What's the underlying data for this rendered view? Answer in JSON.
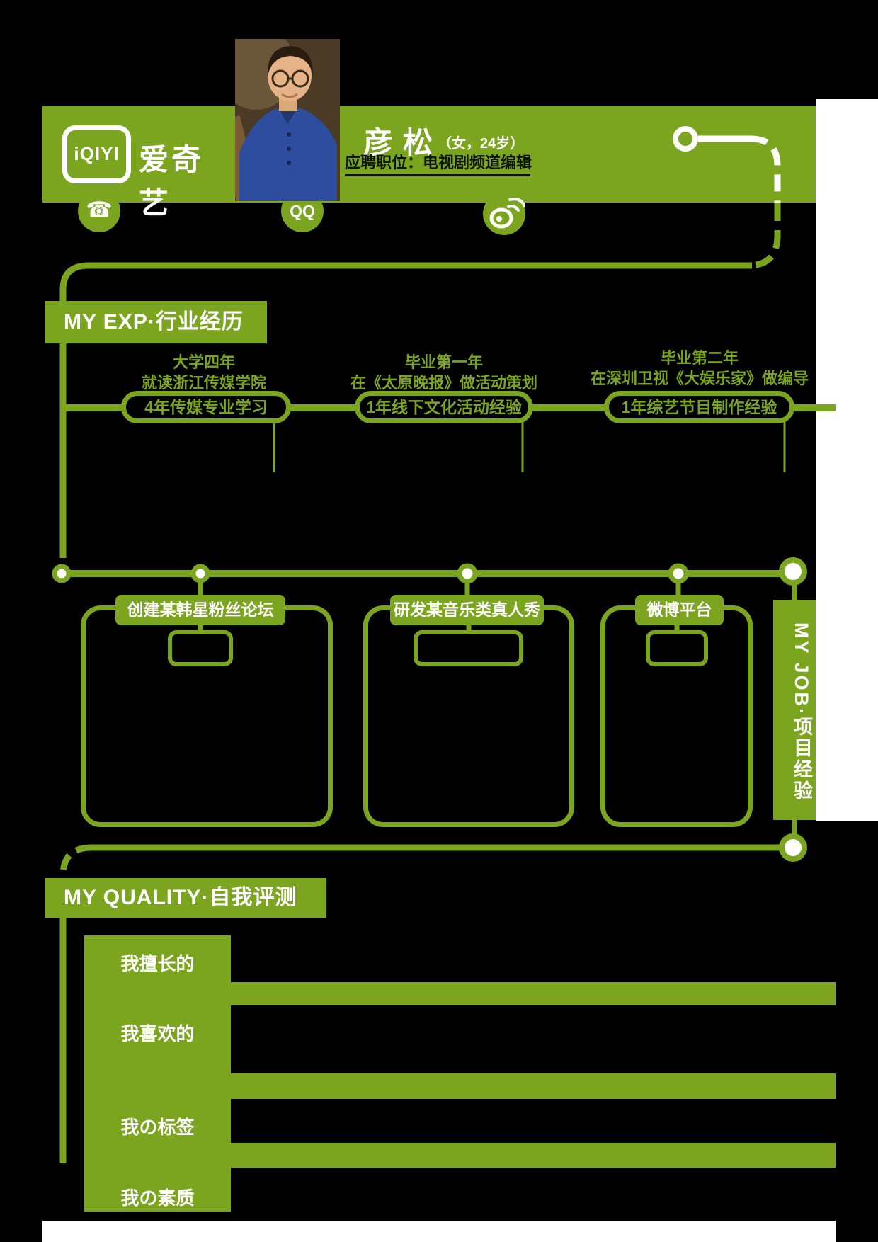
{
  "brand": {
    "logo_latin": "iQIYI",
    "logo_cn": "爱奇艺"
  },
  "header": {
    "name": "彦松",
    "meta": "（女，24岁）",
    "position": "应聘职位：电视剧频道编辑"
  },
  "contacts": [
    {
      "icon": "phone"
    },
    {
      "icon": "qq",
      "label": "QQ"
    },
    {
      "icon": "weibo"
    }
  ],
  "sections": {
    "exp": {
      "title": "MY EXP·行业经历",
      "milestones": [
        {
          "period": "大学四年",
          "detail": "就读浙江传媒学院",
          "badge": "4年传媒专业学习"
        },
        {
          "period": "毕业第一年",
          "detail": "在《太原晚报》做活动策划",
          "badge": "1年线下文化活动经验"
        },
        {
          "period": "毕业第二年",
          "detail": "在深圳卫视《大娱乐家》做编导",
          "badge": "1年综艺节目制作经验"
        }
      ]
    },
    "job": {
      "tab_label": "MY JOB·项目经验",
      "projects": [
        {
          "title": "创建某韩星粉丝论坛"
        },
        {
          "title": "研发某音乐类真人秀"
        },
        {
          "title": "微博平台"
        }
      ]
    },
    "quality": {
      "title": "MY QUALITY·自我评测",
      "rows": [
        "我擅长的",
        "我喜欢的",
        "我の标签",
        "我の素质"
      ]
    }
  },
  "colors": {
    "green": "#7CA51F",
    "white": "#FFFFFF",
    "dark_text": "#0E1403"
  }
}
